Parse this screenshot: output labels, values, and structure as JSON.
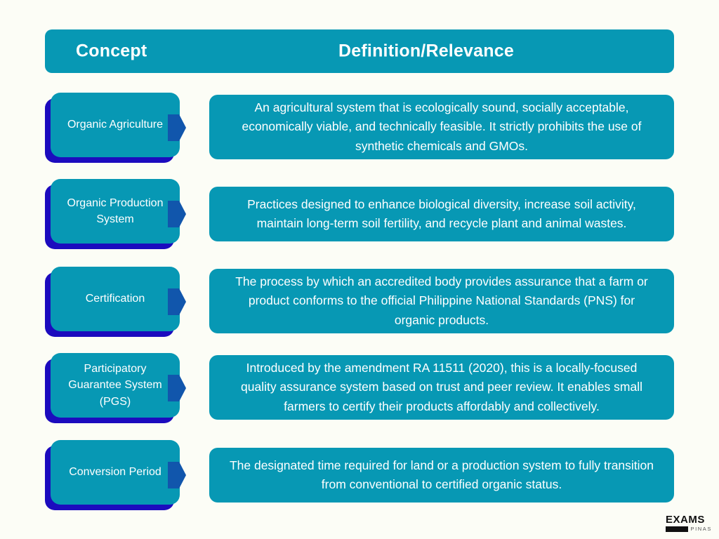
{
  "theme": {
    "background": "#fcfdf6",
    "teal": "#0798b4",
    "shadow_blue": "#1c0bbe",
    "arrow_blue": "#1156ac",
    "text_on_teal": "#ffffff"
  },
  "header": {
    "concept_label": "Concept",
    "definition_label": "Definition/Relevance"
  },
  "rows": [
    {
      "concept": "Organic Agriculture",
      "definition": "An agricultural system that is ecologically sound, socially acceptable, economically viable, and technically feasible. It strictly prohibits the use of synthetic chemicals and GMOs."
    },
    {
      "concept": "Organic Production System",
      "definition": "Practices designed to enhance biological diversity, increase soil activity, maintain long-term soil fertility, and recycle plant and animal wastes."
    },
    {
      "concept": "Certification",
      "definition": "The process by which an accredited body provides assurance that a farm or product conforms to the official Philippine National Standards (PNS) for organic products."
    },
    {
      "concept": "Participatory Guarantee System (PGS)",
      "definition": "Introduced by the amendment RA 11511 (2020), this is a locally-focused quality assurance system based on trust and peer review. It enables small farmers to certify their products affordably and collectively."
    },
    {
      "concept": "Conversion Period",
      "definition": "The designated time required for land or a production system to fully transition from conventional to certified organic status."
    }
  ],
  "logo": {
    "primary": "EXAMS",
    "secondary": "PINAS"
  }
}
